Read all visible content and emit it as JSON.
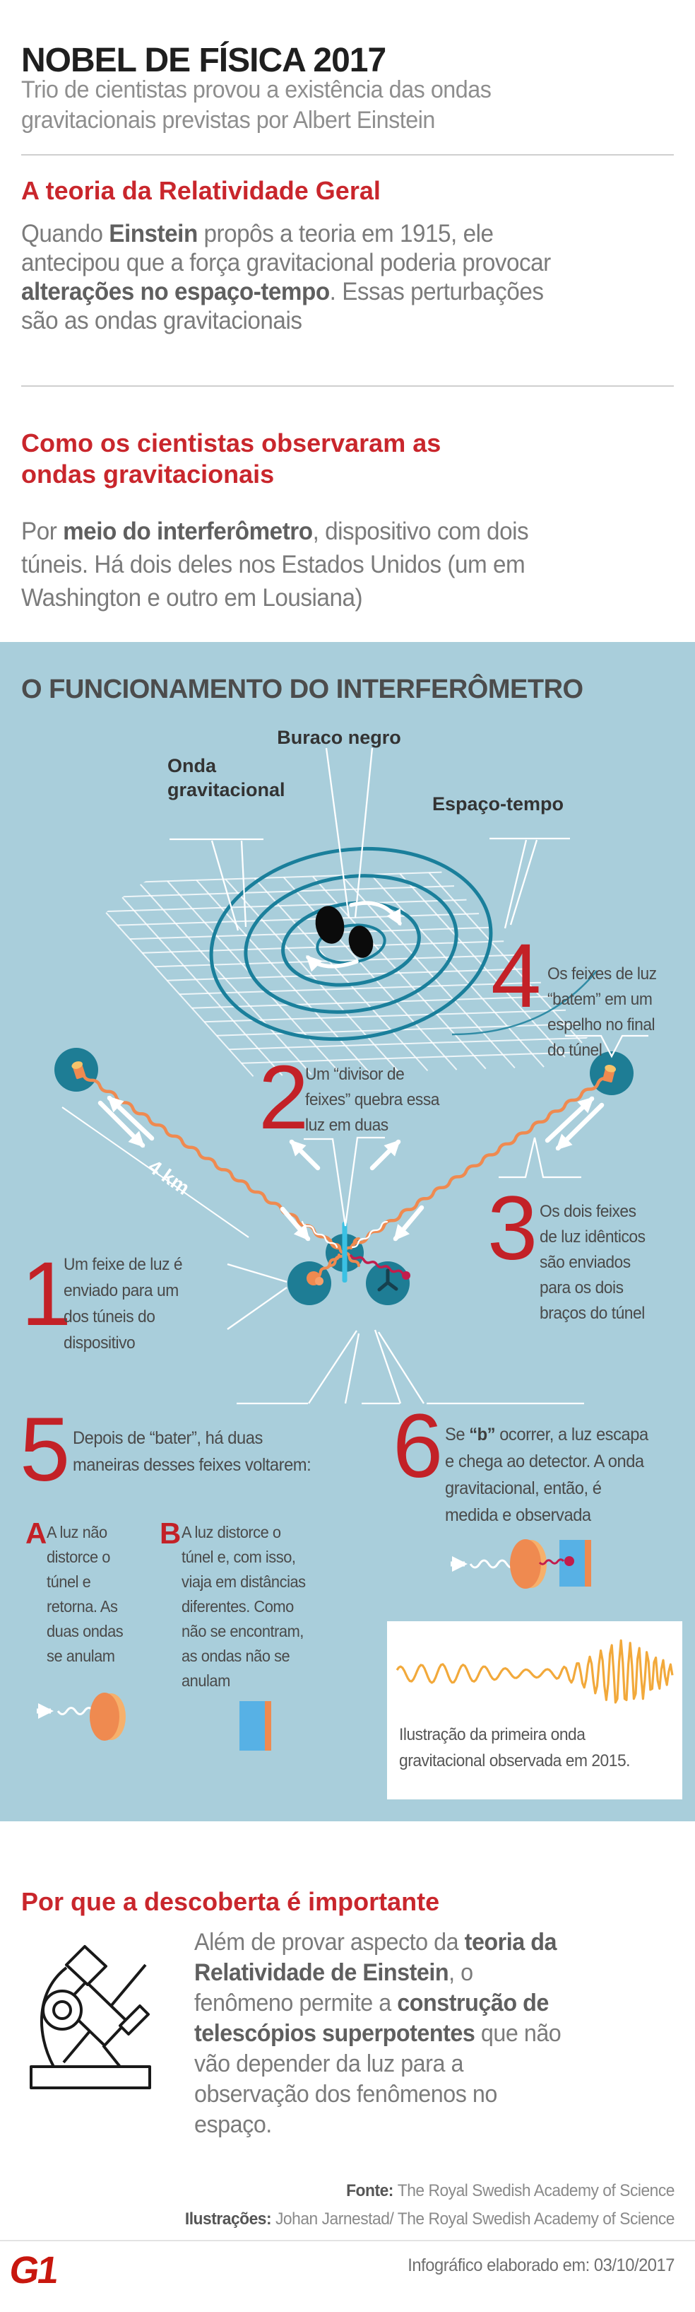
{
  "header": {
    "title": "NOBEL DE FÍSICA 2017",
    "subtitle": "Trio de cientistas provou a existência das ondas\ngravitacionais previstas por Albert Einstein"
  },
  "relativity": {
    "heading": "A teoria da Relatividade Geral",
    "paragraph": [
      {
        "t": "Quando "
      },
      {
        "t": "Einstein",
        "b": true
      },
      {
        "t": " propôs a teoria em 1915, ele\nantecipou que a força gravitacional poderia provocar\n"
      },
      {
        "t": "alterações no espaço-tempo",
        "b": true
      },
      {
        "t": ". Essas perturbações\nsão as ondas gravitacionais"
      }
    ]
  },
  "observation": {
    "heading": "Como os cientistas observaram as\nondas gravitacionais",
    "paragraph": [
      {
        "t": "Por "
      },
      {
        "t": "meio do interferômetro",
        "b": true
      },
      {
        "t": ", dispositivo com dois\ntúneis. Há dois deles nos Estados Unidos (um em\nWashington e outro em Lousiana)"
      }
    ]
  },
  "panel": {
    "title": "O FUNCIONAMENTO DO INTERFERÔMETRO",
    "labels": {
      "black_hole": "Buraco negro",
      "grav_wave": "Onda\ngravitacional",
      "spacetime": "Espaço-tempo",
      "distance": "4 km"
    },
    "steps": {
      "s1": {
        "num": "1",
        "text": "Um feixe de luz é\nenviado para um\ndos túneis do\ndispositivo"
      },
      "s2": {
        "num": "2",
        "text": "Um “divisor de\nfeixes” quebra essa\nluz em duas"
      },
      "s3": {
        "num": "3",
        "text": "Os dois feixes\nde luz idênticos\nsão enviados\npara os dois\nbraços do túnel"
      },
      "s4": {
        "num": "4",
        "text": "Os feixes de luz\n“batem” em um\nespelho no final\ndo túnel"
      },
      "s5": {
        "num": "5",
        "text": "Depois de “bater”, há duas\nmaneiras desses feixes voltarem:"
      },
      "s6": {
        "num": "6",
        "segments": [
          {
            "t": "Se "
          },
          {
            "t": "“b”",
            "b": true
          },
          {
            "t": " ocorrer, a luz escapa\ne chega ao detector. A onda\ngravitacional, então, é\nmedida e observada"
          }
        ]
      }
    },
    "options": {
      "a": {
        "letter": "A",
        "text": "A luz não\ndistorce o\ntúnel e\nretorna. As\nduas ondas\nse anulam"
      },
      "b": {
        "letter": "B",
        "text": "A luz distorce o\ntúnel e, com isso,\nviaja em distâncias\ndiferentes. Como\nnão se encontram,\nas ondas não se\nanulam"
      }
    },
    "card_caption": "Ilustração da primeira onda\ngravitacional observada em 2015."
  },
  "importance": {
    "heading": "Por que a descoberta é importante",
    "paragraph": [
      {
        "t": "Além de provar aspecto da "
      },
      {
        "t": "teoria da\nRelatividade de Einstein",
        "b": true
      },
      {
        "t": ", o\nfenômeno permite a "
      },
      {
        "t": "construção de\ntelescópios superpotentes",
        "b": true
      },
      {
        "t": " que não\nvão depender da luz para a\nobservação dos fenômenos no\nespaço."
      }
    ]
  },
  "footer": {
    "source_line": [
      {
        "t": "Fonte: ",
        "b": true
      },
      {
        "t": "The Royal Swedish Academy of Science"
      }
    ],
    "illustrations_line": [
      {
        "t": "Ilustrações: ",
        "b": true
      },
      {
        "t": "Johan Jarnestad/ The Royal Swedish Academy of Science"
      }
    ],
    "logo": "G1",
    "date_line": "Infográfico elaborado em: 03/10/2017"
  },
  "colors": {
    "accent_red": "#c9262c",
    "number_red": "#c32127",
    "panel_blue": "#a9cedb",
    "teal": "#1e7d95",
    "cyan": "#3ac1e4",
    "orange": "#ef8a50",
    "amber": "#f2a93b",
    "crimson": "#c21d4c",
    "logo_red": "#c8170e"
  }
}
